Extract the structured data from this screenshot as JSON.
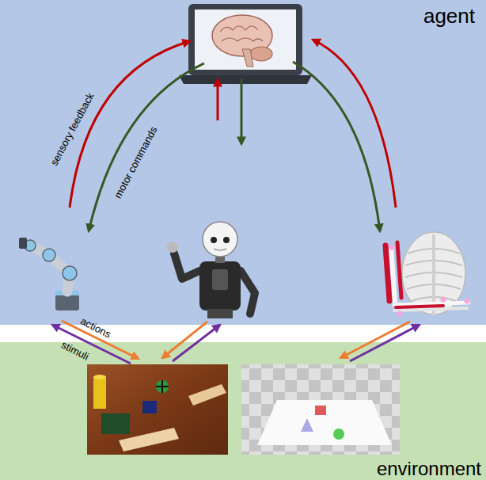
{
  "diagram": {
    "nodes": [
      {
        "text": [
          "agent"
        ]
      },
      {
        "text": [
          "environment"
        ]
      }
    ],
    "labels": [
      "sensory feedback",
      "motor commands",
      "actions",
      "stimuli"
    ]
  }
}
